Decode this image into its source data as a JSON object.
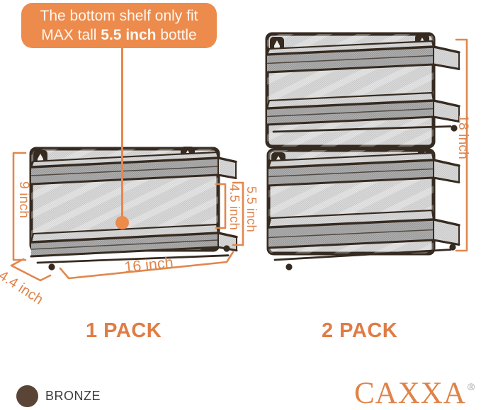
{
  "callout": {
    "line1": "The bottom shelf only fit",
    "line2_prefix": "MAX tall ",
    "line2_bold": "5.5 inch",
    "line2_suffix": " bottle"
  },
  "annotations": {
    "rack1_height": "9 inch",
    "rack1_depth": "4.4 inch",
    "rack1_width": "16 inch",
    "rack1_shelf_gap": "4.5 inch",
    "rack1_bottom_clearance": "5.5 inch",
    "rack2_height": "18 inch"
  },
  "packs": {
    "pack1": "1 PACK",
    "pack2": "2 PACK"
  },
  "swatch": {
    "label": "BRONZE",
    "hex": "#5A4435"
  },
  "brand": {
    "name": "CAXXA",
    "registered_mark": "®"
  },
  "palette": {
    "accent_orange": "#E8874C",
    "bubble_orange": "#ED8B4D",
    "frame_brown": "#362B21",
    "mesh_gray": "#DCDCDC"
  }
}
